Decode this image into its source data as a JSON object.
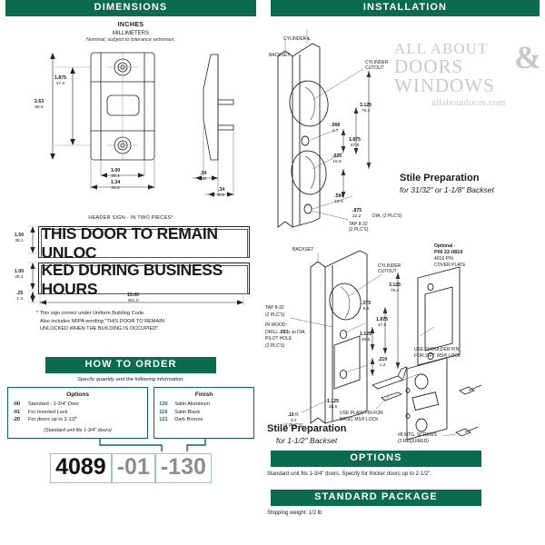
{
  "sections": {
    "dimensions": "DIMENSIONS",
    "installation": "INSTALLATION",
    "how_to_order": "HOW TO ORDER",
    "options": "OPTIONS",
    "standard_package": "STANDARD PACKAGE"
  },
  "dimensions_panel": {
    "units_primary": "INCHES",
    "units_secondary": "MILLIMETERS",
    "tolerance_note": "Nominal, subject to tolerance extremes.",
    "callouts": {
      "height_overall": {
        "inch": "2.63",
        "mm": "66.8"
      },
      "hole_spacing": {
        "inch": "1.875",
        "mm": "47.6"
      },
      "width_inner": {
        "inch": "1.00",
        "mm": "25.4"
      },
      "width_overall": {
        "inch": "1.34",
        "mm": "34.0"
      },
      "side_depth_a": {
        "inch": ".34",
        "mm": "8.6"
      },
      "side_depth_b": {
        "inch": ".34",
        "mm": "8.6"
      }
    }
  },
  "installation_top": {
    "labels": {
      "cylinder_cl": "CYLINDER ℄",
      "backset": "BACKSET",
      "cylinder_cutout": "CYLINDER CUTOUT",
      "tap": "TAP 8-32",
      "tap_places": "(2 PLC'S)",
      "dia_note": "DIA. (2 PLC'S)"
    },
    "callouts": {
      "d1": {
        "inch": "3.125",
        "mm": "79.4"
      },
      "d2": {
        "inch": ".068",
        "mm": "1.7"
      },
      "d3": {
        "inch": "1.875",
        "mm": "47.6"
      },
      "d4": {
        "inch": ".625",
        "mm": "15.9"
      },
      "d5": {
        "inch": ".594",
        "mm": "15.0"
      },
      "d6": {
        "inch": ".875",
        "mm": "22.2"
      }
    },
    "title": "Stile Preparation",
    "subtitle": "for 31/32\" or 1-1/8\" Backset"
  },
  "installation_bottom": {
    "labels": {
      "backset": "BACKSET",
      "cylinder_cutout": "CYLINDER CUTOUT",
      "optional_line1": "Optional -",
      "optional_line2": "P/N 22-0819",
      "optional_line3": "4016 P/N",
      "optional_line4": "COVER PLATE",
      "tap": "TAP 8-32",
      "tap_places": "(2 PLC'S)",
      "wood_line1": "IN WOOD:",
      "wood_line2": "DRILL",
      "wood_dia_inch": ".093",
      "wood_dia_mm": "2.38",
      "wood_line3": "DIA.",
      "wood_line4": "PILOT HOLE",
      "wood_line5": "(2 PLC'S)",
      "radius_inch": ".16",
      "radius_mm": "4.0",
      "radius_sym": "R",
      "radius_places": "(4 PLC'S)",
      "shoulder_pin_1": "USE SHOULDER PIN",
      "shoulder_pin_2": "FOR 2-PT. MS® LOCK",
      "plain_pin_1": "USE PLAIN PIN FOR",
      "plain_pin_2": "BASIC MS® LOCK",
      "screws_1": "#8 MTG. SCREWS",
      "screws_2": "(2 REQUIRED)"
    },
    "callouts": {
      "d1": {
        "inch": "3.125",
        "mm": "79.4"
      },
      "d2": {
        "inch": ".375",
        "mm": "9.5"
      },
      "d3": {
        "inch": "1.875",
        "mm": "47.6"
      },
      "d4": {
        "inch": "1.125",
        "mm": "28.6"
      },
      "d5": {
        "inch": ".219",
        "mm": "1.2"
      },
      "d6": {
        "inch": "1.125",
        "mm": "28.6"
      }
    },
    "title": "Stile Preparation",
    "subtitle": "for 1-1/2\" Backset"
  },
  "header_sign": {
    "caption": "HEADER SIGN - IN TWO PIECES*",
    "line1": "THIS DOOR TO  REMAIN UNLOC",
    "line2": "KED DURING BUSINESS HOURS",
    "callouts": {
      "h1": {
        "inch": "1.50",
        "mm": "38.1"
      },
      "h2": {
        "inch": "1.00",
        "mm": "25.4"
      },
      "gap": {
        "inch": ".25",
        "mm": "1.3"
      },
      "length": {
        "inch": "15.00",
        "mm": "381.0"
      }
    },
    "footnote_1": "* This sign correct under Uniform Building Code.",
    "footnote_2": "Also includes NFPA wording \"THIS DOOR TO REMAIN",
    "footnote_3": "UNLOCKED WHEN THE BUILDING IS OCCUPIED\"."
  },
  "how_to_order": {
    "instruction": "Specify quantity and the following information.",
    "options_title": "Options",
    "options": [
      {
        "code": "-00",
        "desc": "Standard - 1-3/4\" Door"
      },
      {
        "code": "-01",
        "desc": "For Inverted Lock"
      },
      {
        "code": "-20",
        "desc": "For doors up to 2-1/2\""
      }
    ],
    "options_note": "(Standard unit fits 1-3/4\" doors)",
    "finish_title": "Finish",
    "finishes": [
      {
        "code": "130",
        "desc": "Satin Aluminum"
      },
      {
        "code": "119",
        "desc": "Satin Black"
      },
      {
        "code": "121",
        "desc": "Dark Bronze"
      }
    ],
    "part_base": "4089",
    "part_option": "-01",
    "part_finish": "-130"
  },
  "options_panel": {
    "text": "Standard unit fits 1-3/4\" doors.  Specify for thicker doors up to 2-1/2\"."
  },
  "standard_package": {
    "text": "Shipping weight: 1/2 lb"
  },
  "watermark": {
    "l1": "ALL ABOUT",
    "l2": "DOORS",
    "amp": "&",
    "l3": "WINDOWS",
    "url": "allaboutdoors.com"
  },
  "colors": {
    "green": "#0b6b4f",
    "grey": "#8d8d8d",
    "watermark": "#c9c9c9"
  }
}
